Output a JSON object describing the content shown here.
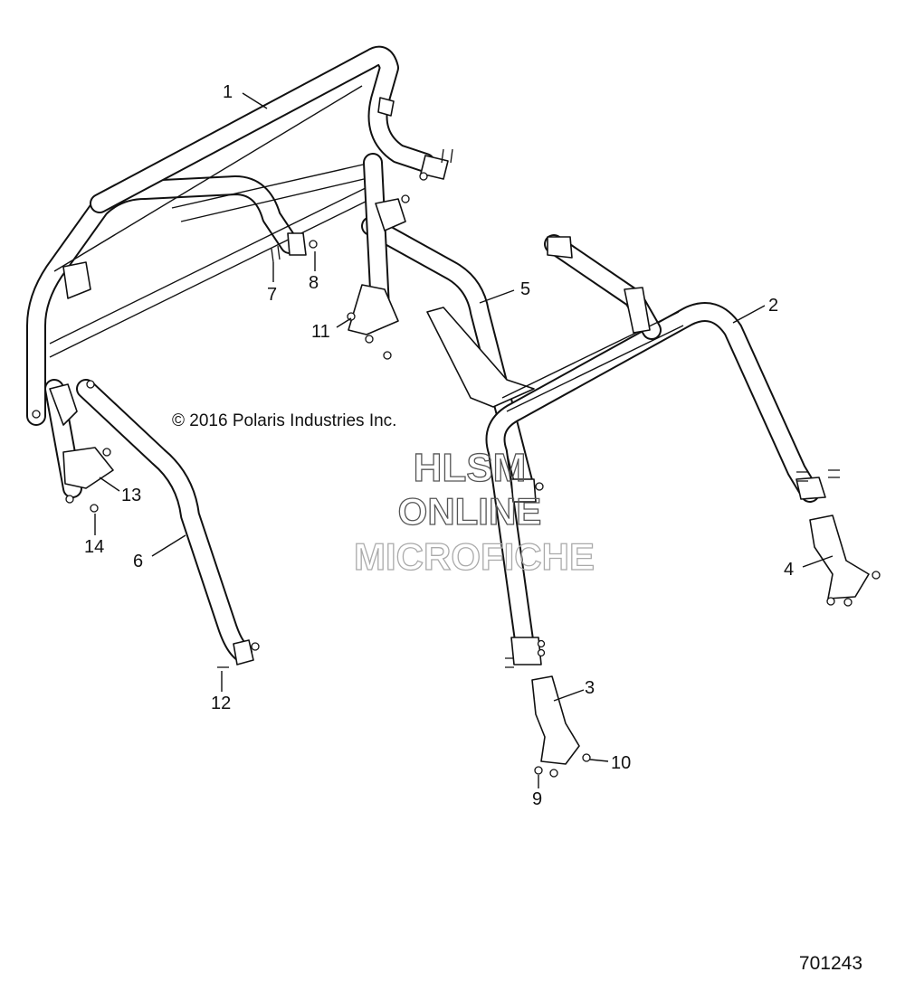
{
  "copyright": "© 2016 Polaris Industries Inc.",
  "watermark": [
    "HLSM",
    "ONLINE",
    "MICROFICHE"
  ],
  "document_number": "701243",
  "callouts": [
    "1",
    "2",
    "3",
    "4",
    "5",
    "6",
    "7",
    "8",
    "9",
    "10",
    "11",
    "12",
    "13",
    "14"
  ]
}
